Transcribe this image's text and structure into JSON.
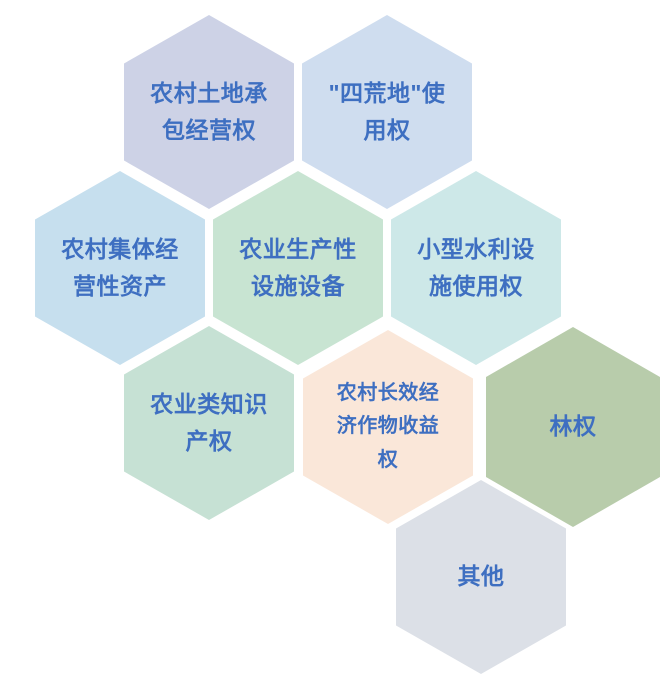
{
  "diagram": {
    "type": "honeycomb",
    "background": "#ffffff",
    "text_color": "#3e6fc1",
    "hexagons": [
      {
        "label": "农村土地承\n包经营权",
        "fill": "#cdd2e6"
      },
      {
        "label": "\"四荒地\"使\n用权",
        "fill": "#cfddef"
      },
      {
        "label": "农村集体经\n营性资产",
        "fill": "#c6dfee"
      },
      {
        "label": "农业生产性\n设施设备",
        "fill": "#c8e4d2"
      },
      {
        "label": "小型水利设\n施使用权",
        "fill": "#cde8e8"
      },
      {
        "label": "农业类知识\n产权",
        "fill": "#c6e1d4"
      },
      {
        "label": "农村长效经\n济作物收益\n权",
        "fill": "#fae7d9"
      },
      {
        "label": "林权",
        "fill": "#b8ccab"
      },
      {
        "label": "其他",
        "fill": "#dce0e7"
      }
    ]
  }
}
